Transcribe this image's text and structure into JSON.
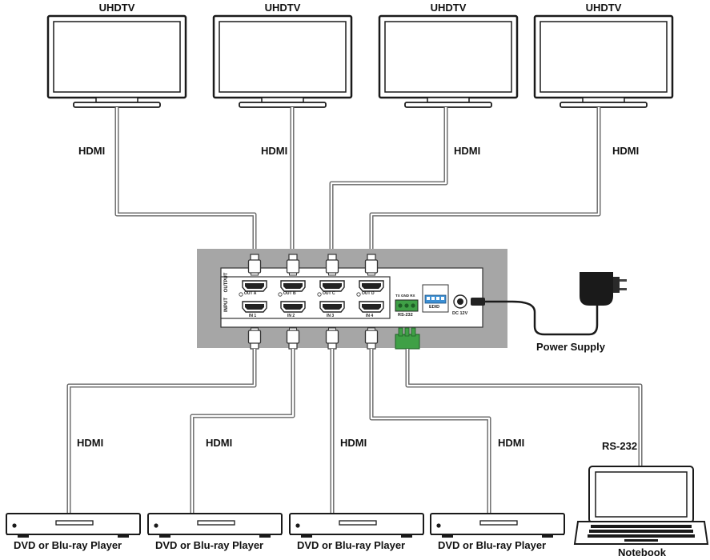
{
  "displays": [
    {
      "label": "UHDTV"
    },
    {
      "label": "UHDTV"
    },
    {
      "label": "UHDTV"
    },
    {
      "label": "UHDTV"
    }
  ],
  "top_cables": [
    "HDMI",
    "HDMI",
    "HDMI",
    "HDMI"
  ],
  "bottom_cables": [
    "HDMI",
    "HDMI",
    "HDMI",
    "HDMI"
  ],
  "sources": [
    {
      "label": "DVD or Blu-ray Player"
    },
    {
      "label": "DVD or Blu-ray Player"
    },
    {
      "label": "DVD or Blu-ray Player"
    },
    {
      "label": "DVD or Blu-ray Player"
    }
  ],
  "device": {
    "output_side_label": "OUTPUT",
    "input_side_label": "INPUT",
    "output_ports": [
      "OUT A",
      "OUT B",
      "OUT C",
      "OUT D"
    ],
    "input_ports": [
      "IN 1",
      "IN 2",
      "IN 3",
      "IN 4"
    ],
    "rs232_pins": "TX GND RX",
    "rs232_label": "RS-232",
    "edid_label": "EDID",
    "dc_label": "DC 12V"
  },
  "power": {
    "label": "Power Supply"
  },
  "control": {
    "cable_label": "RS-232",
    "device_label": "Notebook"
  },
  "colors": {
    "device_panel": "#a6a6a6",
    "rs232_connector": "#3fa046",
    "dip_switch": "#3b8fd4",
    "cable": "#555555"
  }
}
